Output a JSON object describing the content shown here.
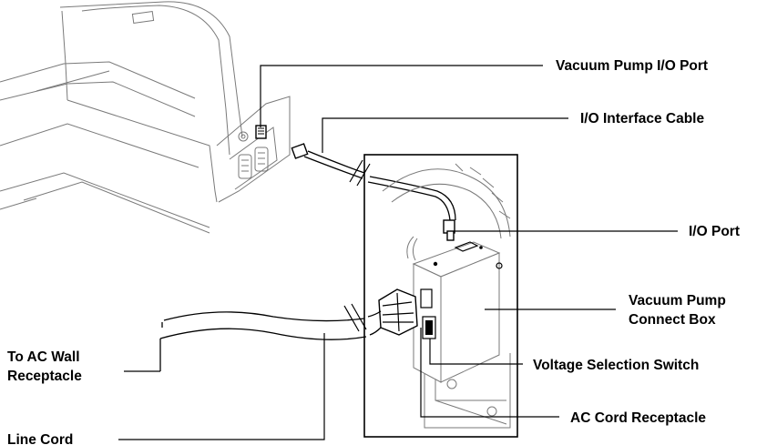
{
  "labels": {
    "vacuum_pump_io_port": "Vacuum Pump I/O Port",
    "io_interface_cable": "I/O Interface Cable",
    "io_port": "I/O Port",
    "connect_box_line1": "Vacuum Pump",
    "connect_box_line2": "Connect Box",
    "wall_line1": "To AC Wall",
    "wall_line2": "Receptacle",
    "voltage_selection_switch": "Voltage Selection Switch",
    "ac_cord_receptacle": "AC Cord Receptacle",
    "line_cord": "Line Cord"
  },
  "colors": {
    "ink": "#000000",
    "art": "#7a7a7a",
    "background": "#ffffff"
  }
}
